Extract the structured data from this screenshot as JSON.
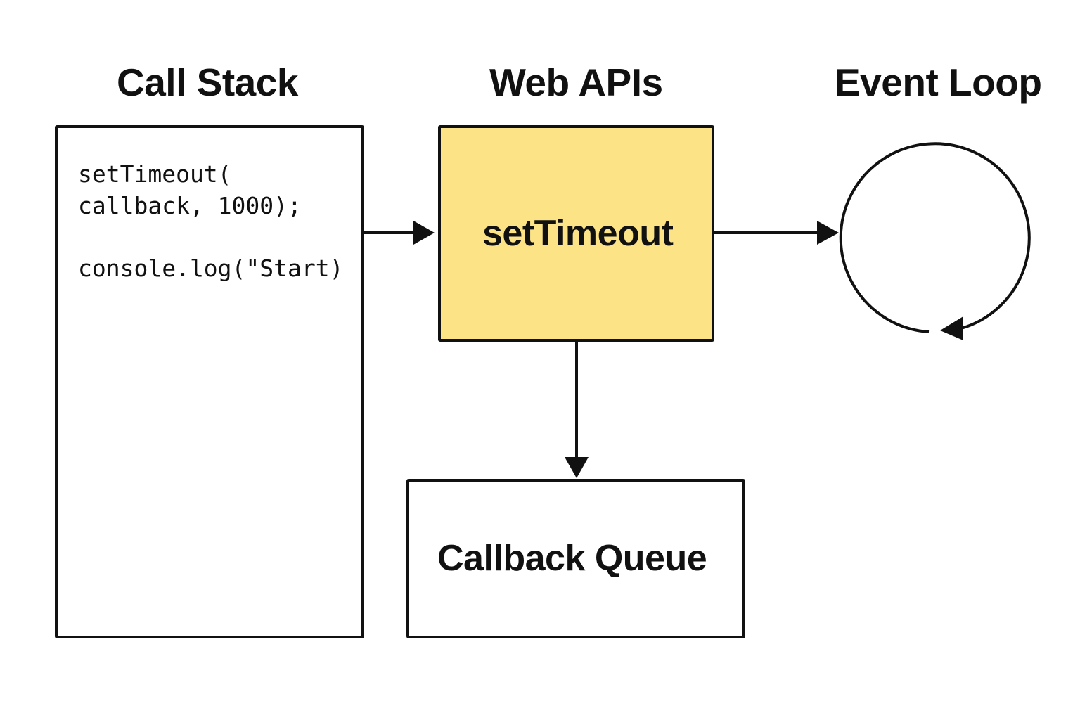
{
  "headings": {
    "call_stack": "Call Stack",
    "web_apis": "Web APIs",
    "event_loop": "Event Loop"
  },
  "call_stack": {
    "code_lines": [
      "setTimeout(",
      "callback, 1000);",
      "console.log(\"Start)"
    ]
  },
  "web_api": {
    "label": "setTimeout",
    "fill_color": "#fce486"
  },
  "callback_queue": {
    "label": "Callback Queue"
  },
  "colors": {
    "stroke": "#111111",
    "background": "#ffffff"
  },
  "icons": {
    "event_loop": "circular-arrow-icon"
  }
}
